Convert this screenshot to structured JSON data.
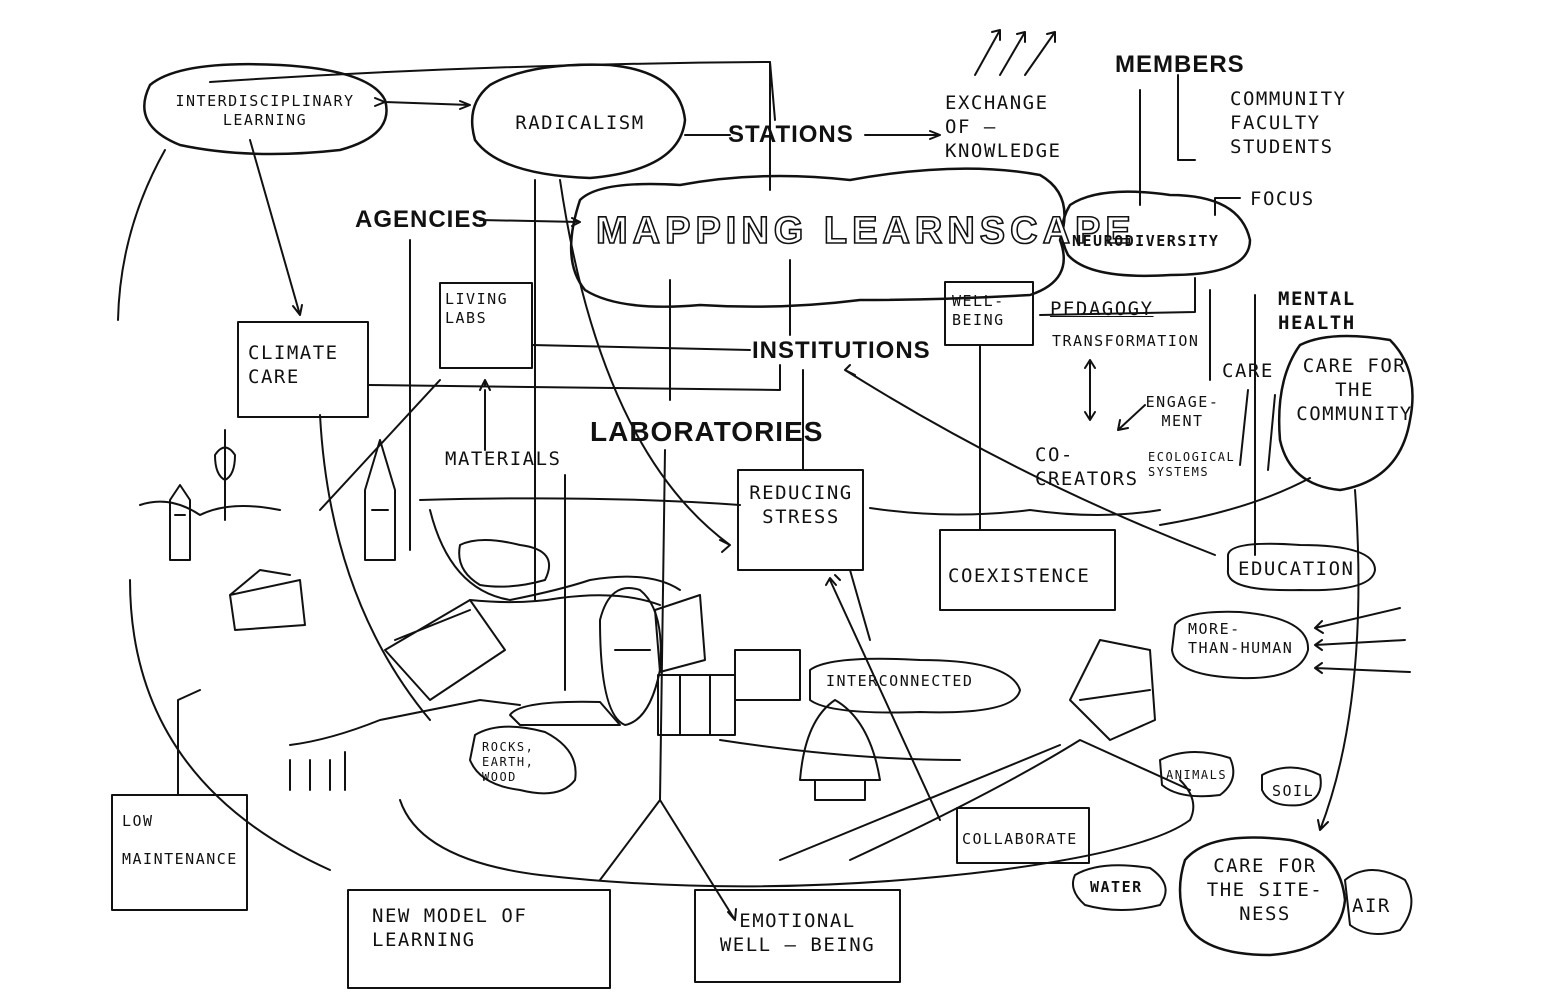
{
  "title": "MAPPING LEARNSCAPE",
  "nodes": {
    "interdisciplinary": "INTERDISCIPLINARY\nLEARNING",
    "radicalism": "RADICALISM",
    "stations": "STATIONS",
    "exchange": "EXCHANGE\nOF –\nKNOWLEDGE",
    "members": "MEMBERS",
    "community_list": "COMMUNITY\nFACULTY\nSTUDENTS",
    "focus": "FOCUS",
    "agencies": "AGENCIES",
    "neurodiversity": "NEURODIVERSITY",
    "well_being": "WELL-\nBEING",
    "pedagogy": "PEDAGOGY",
    "mental_health": "MENTAL\nHEALTH",
    "living_labs": "LIVING\nLABS",
    "climate_care": "CLIMATE\nCARE",
    "institutions": "INSTITUTIONS",
    "transformation": "TRANSFORMATION",
    "care": "CARE",
    "care_community": "CARE FOR\nTHE\nCOMMUNITY",
    "engagement": "ENGAGE-\nMENT",
    "materials": "MATERIALS",
    "laboratories": "LABORATORIES",
    "co_creators": "CO-\nCREATORS",
    "ecological": "ECOLOGICAL\nSYSTEMS",
    "reducing_stress": "REDUCING\nSTRESS",
    "coexistence": "COEXISTENCE",
    "education": "EDUCATION",
    "more_than_human": "MORE-\nTHAN-HUMAN",
    "interconnected": "INTERCONNECTED",
    "rocks": "ROCKS,\nEARTH,\nWOOD",
    "animals": "ANIMALS",
    "soil": "SOIL",
    "low_maintenance": "LOW\n\nMAINTENANCE",
    "collaborate": "COLLABORATE",
    "water": "WATER",
    "care_site": "CARE FOR\nTHE SITE-\nNESS",
    "air": "AIR",
    "new_model": "NEW MODEL OF\nLEARNING",
    "emotional": "EMOTIONAL\nWELL – BEING"
  }
}
